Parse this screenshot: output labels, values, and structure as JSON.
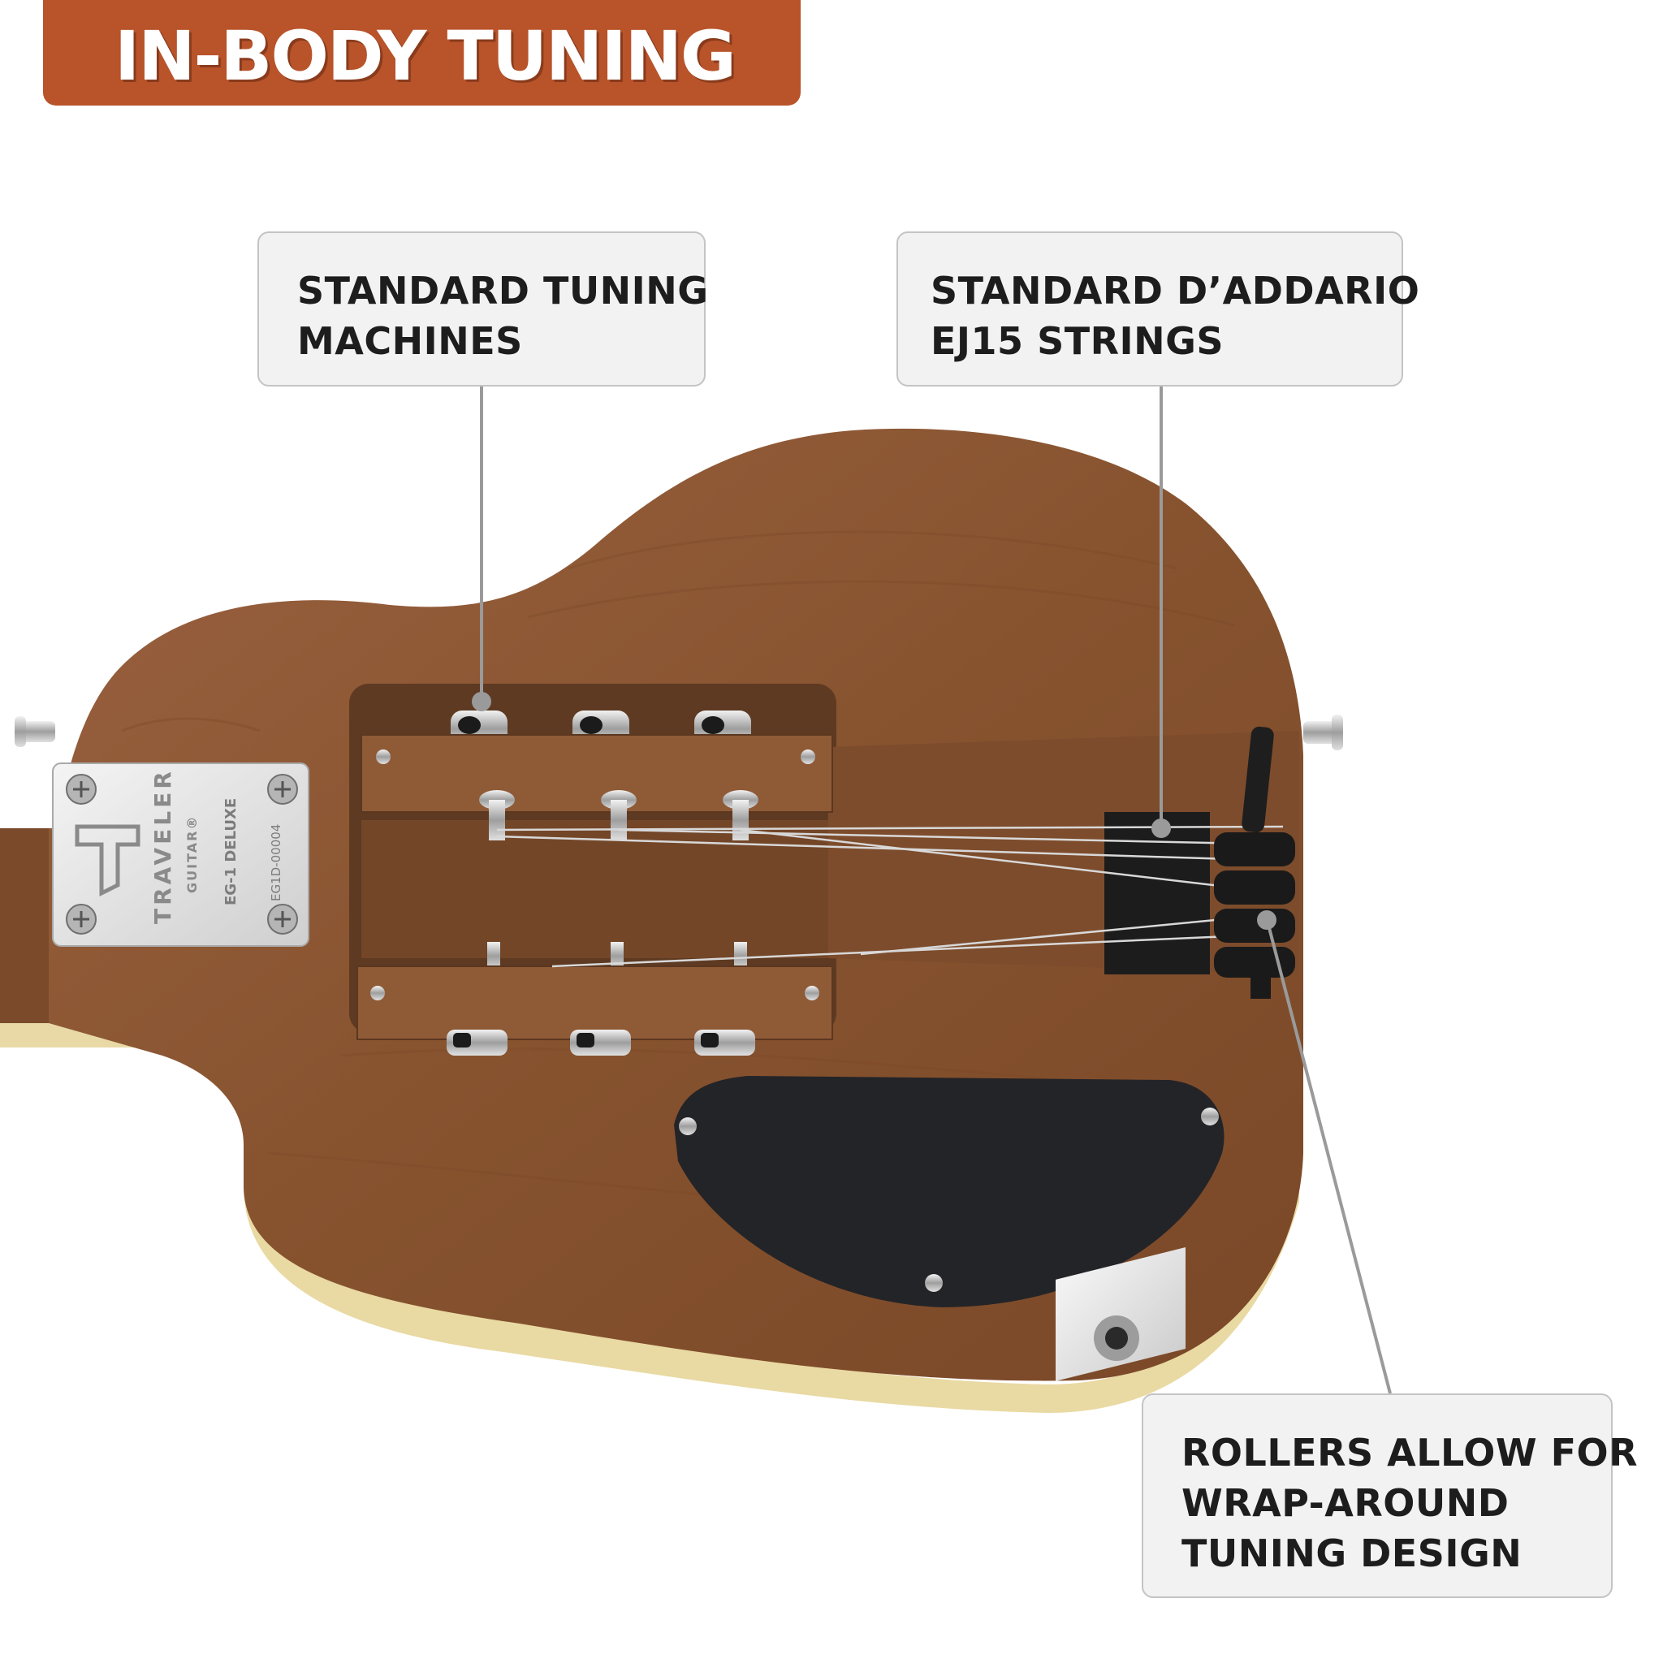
{
  "banner": {
    "title": "IN-BODY TUNING"
  },
  "callouts": {
    "tuning_machines": {
      "lines": [
        "STANDARD TUNING",
        "MACHINES"
      ]
    },
    "strings": {
      "lines": [
        "STANDARD D’ADDARIO",
        "EJ15 STRINGS"
      ]
    },
    "rollers": {
      "lines": [
        "ROLLERS ALLOW FOR",
        "WRAP-AROUND",
        "TUNING DESIGN"
      ]
    }
  },
  "neck_plate": {
    "brand": "TRAVELER",
    "sub_brand": "GUITAR®",
    "model": "EG-1 DELUXE",
    "serial": "EG1D-00004"
  },
  "colors": {
    "banner": "#b8532a",
    "wood": "#8a5636",
    "wood_dark": "#6b3f24",
    "pickguard": "#232428",
    "callout_bg": "#f2f2f2",
    "leader_line": "#9a9a9a"
  }
}
